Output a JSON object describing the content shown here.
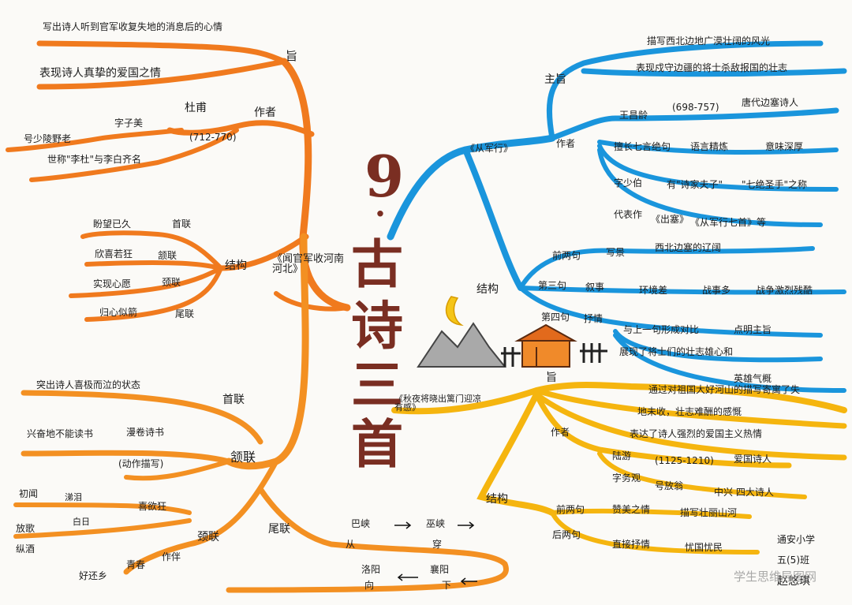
{
  "title": {
    "number": "9",
    "dot": "·",
    "chars": [
      "古",
      "诗",
      "三",
      "首"
    ]
  },
  "left_top": {
    "poem": "《闻官军收河南河北》",
    "zhi": {
      "label": "旨",
      "items": [
        "写出诗人听到官军收复失地的消息后的心情",
        "表现诗人真挚的爱国之情"
      ]
    },
    "author": {
      "label": "作者",
      "name": "杜甫",
      "years": "(712-770)",
      "zi": "字子美",
      "hao": "号少陵野老",
      "title": "世称\"李杜\"与李白齐名"
    },
    "structure": {
      "label": "结构",
      "items": [
        {
          "head": "首联",
          "note": "盼望已久"
        },
        {
          "head": "颔联",
          "note": "欣喜若狂"
        },
        {
          "head": "颈联",
          "note": "实现心愿"
        },
        {
          "head": "尾联",
          "note": "归心似箭"
        }
      ]
    }
  },
  "left_bottom": {
    "shoulian": {
      "label": "首联",
      "note": "突出诗人喜极而泣的状态"
    },
    "hanlian": {
      "label": "颔联",
      "a": "兴奋地不能读书",
      "b": "漫卷诗书",
      "c": "(动作描写)"
    },
    "jinglian": {
      "label": "颈联",
      "a": "初闻",
      "a2": "涕泪",
      "b": "放歌",
      "b2": "白日",
      "c": "纵酒",
      "d": "喜欲狂",
      "e": "青春",
      "f": "作伴",
      "g": "好还乡"
    },
    "weilian": {
      "label": "尾联",
      "route": [
        "巴峡",
        "→",
        "巫峡",
        "→",
        "从",
        "穿",
        "洛阳",
        "←",
        "襄阳",
        "←",
        "向",
        "下"
      ]
    }
  },
  "right_top": {
    "poem": "《从军行》",
    "theme": {
      "label": "主旨",
      "items": [
        "描写西北边地广漠壮阔的风光",
        "表现戍守边疆的将士杀敌报国的壮志"
      ]
    },
    "author": {
      "label": "作者",
      "name": "王昌龄",
      "years": "(698-757)",
      "desc": "唐代边塞诗人",
      "style": [
        "擅长七言绝句",
        "语言精炼",
        "意味深厚"
      ],
      "zi": "字少伯",
      "titles": [
        "有\"诗家夫子\"",
        "\"七绝圣手\"之称"
      ],
      "works_label": "代表作",
      "works": [
        "《出塞》",
        "《从军行七首》等"
      ]
    },
    "structure": {
      "label": "结构",
      "items": [
        {
          "head": "前两句",
          "a": "写景",
          "b": "西北边塞的辽阔"
        },
        {
          "head": "第三句",
          "a": "叙事",
          "b": "环境差",
          "c": "战事多",
          "d": "战争激烈残酷"
        },
        {
          "head": "第四句",
          "a": "抒情",
          "b": "与上一句形成对比",
          "c": "点明主旨",
          "d": "展现了将士们的壮志雄心和",
          "e": "英雄气概"
        }
      ]
    }
  },
  "right_bottom": {
    "poem": "《秋夜将晓出篱门迎凉有感》",
    "zhi": {
      "label": "旨",
      "a": "通过对祖国大好河山的描写寄寓了失",
      "b": "地未收，壮志难酬的感慨",
      "c": "表达了诗人强烈的爱国主义热情"
    },
    "author": {
      "label": "作者",
      "name": "陆游",
      "years": "(1125-1210)",
      "desc": "爱国诗人",
      "zi": "字务观",
      "hao": "号放翁",
      "note": "中兴 四大诗人"
    },
    "structure": {
      "label": "结构",
      "items": [
        {
          "head": "前两句",
          "a": "赞美之情",
          "b": "描写壮丽山河"
        },
        {
          "head": "后两句",
          "a": "直接抒情",
          "b": "忧国忧民"
        }
      ]
    }
  },
  "signature": [
    "通安小学",
    "五(5)班",
    "赵悠琪"
  ],
  "watermark": "学生思维导图网",
  "colors": {
    "orange": "#f07a1e",
    "orange2": "#f39022",
    "blue": "#1a95dc",
    "yellow": "#f5b50f",
    "title": "#7a2e22"
  }
}
